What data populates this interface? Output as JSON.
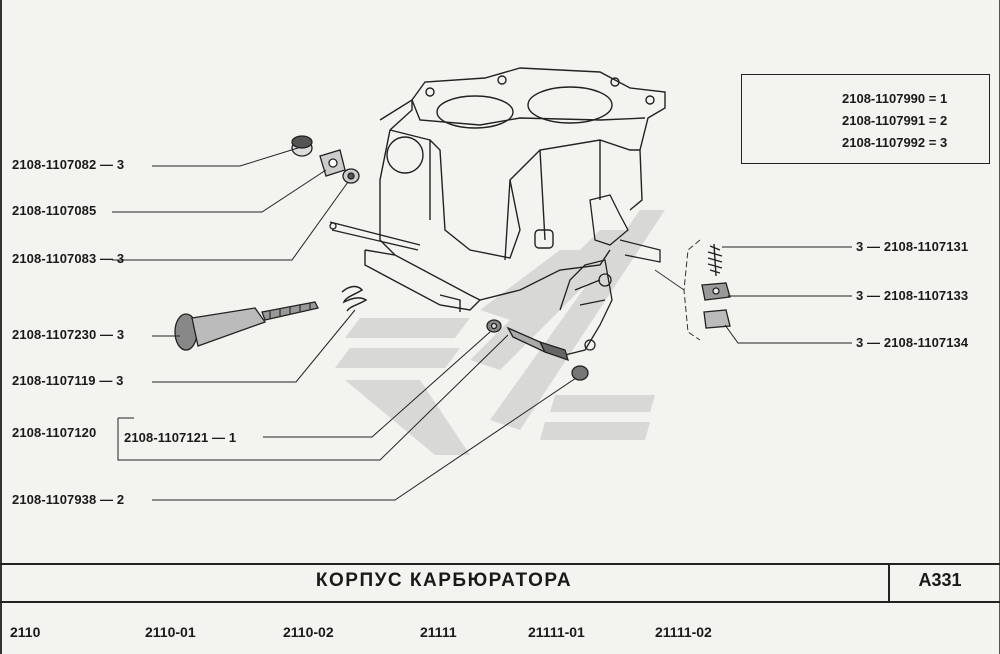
{
  "labels_left": [
    {
      "id": "l1",
      "code": "2108-1107082",
      "qty": "3"
    },
    {
      "id": "l2",
      "code": "2108-1107085",
      "qty": ""
    },
    {
      "id": "l3",
      "code": "2108-1107083",
      "qty": "3"
    },
    {
      "id": "l4",
      "code": "2108-1107230",
      "qty": "3"
    },
    {
      "id": "l5",
      "code": "2108-1107119",
      "qty": "3"
    },
    {
      "id": "l6",
      "code": "2108-1107120",
      "qty": ""
    },
    {
      "id": "l7",
      "code": "2108-1107121",
      "qty": "1"
    },
    {
      "id": "l8",
      "code": "2108-1107938",
      "qty": "2"
    }
  ],
  "labels_right": [
    {
      "id": "r1",
      "code": "2108-1107131",
      "qty": "3"
    },
    {
      "id": "r2",
      "code": "2108-1107133",
      "qty": "3"
    },
    {
      "id": "r3",
      "code": "2108-1107134",
      "qty": "3"
    }
  ],
  "legend": [
    {
      "code": "2108-1107990",
      "value": "1"
    },
    {
      "code": "2108-1107991",
      "value": "2"
    },
    {
      "code": "2108-1107992",
      "value": "3"
    }
  ],
  "title": "КОРПУС  КАРБЮРАТОРА",
  "page_code": "A331",
  "models": [
    "2110",
    "2110-01",
    "2110-02",
    "21111",
    "21111-01",
    "21111-02"
  ],
  "colors": {
    "ink": "#1a1a1a",
    "paper": "#f3f3ef",
    "watermark": "#c8c8c8"
  }
}
